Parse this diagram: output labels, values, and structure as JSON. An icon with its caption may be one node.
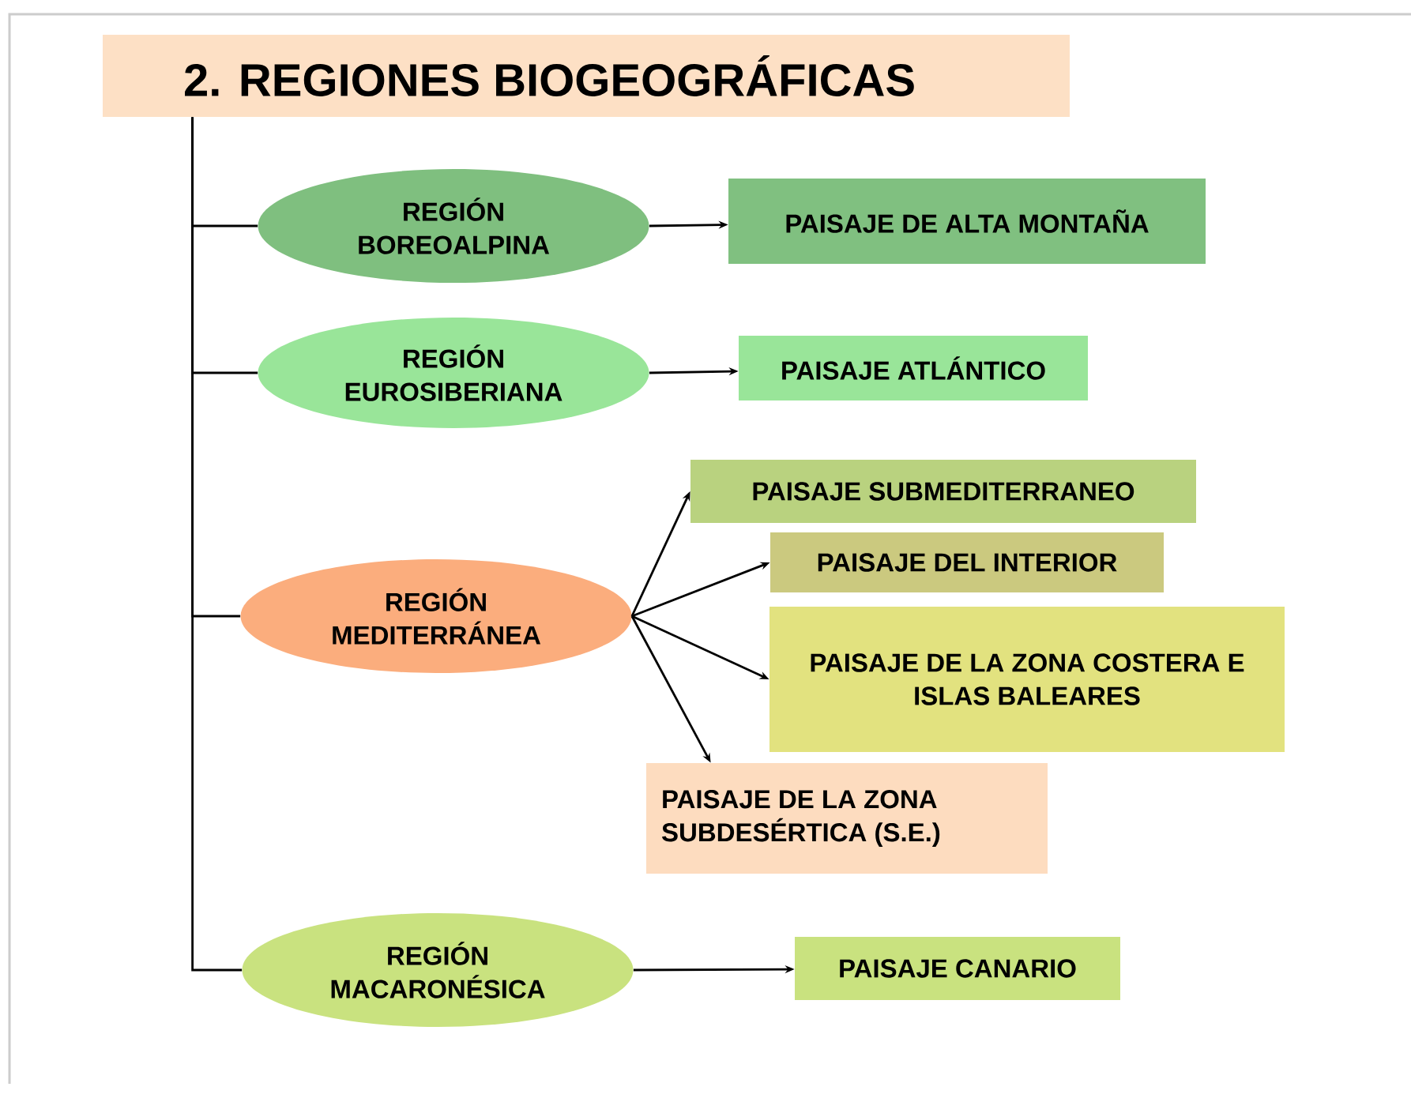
{
  "diagram": {
    "nodes": [
      {
        "text": [
          "2. REGIONES BIOGEOGRÁFICAS"
        ]
      },
      {
        "text": [
          "REGIÓN BOREOALPINA"
        ]
      },
      {
        "text": [
          "PAISAJE DE ALTA MONTAÑA"
        ]
      },
      {
        "text": [
          "REGIÓN EUROSIBERIANA"
        ]
      },
      {
        "text": [
          "PAISAJE ATLÁNTICO"
        ]
      },
      {
        "text": [
          "REGIÓN MEDITERRÁNEA"
        ]
      },
      {
        "text": [
          "PAISAJE SUBMEDITERRANEO"
        ]
      },
      {
        "text": [
          "PAISAJE DEL INTERIOR"
        ]
      },
      {
        "text": [
          "PAISAJE DE LA ZONA COSTERA E ISLAS BALEARES"
        ]
      },
      {
        "text": [
          "PAISAJE DE LA ZONA SUBDESÉRTICA (S.E.)"
        ]
      },
      {
        "text": [
          "REGIÓN MACARONÉSICA"
        ]
      },
      {
        "text": [
          "PAISAJE CANARIO"
        ]
      }
    ],
    "edges": [
      {
        "from": 0,
        "to": 1,
        "arrow": "none"
      },
      {
        "from": 0,
        "to": 3,
        "arrow": "none"
      },
      {
        "from": 0,
        "to": 5,
        "arrow": "none"
      },
      {
        "from": 0,
        "to": 10,
        "arrow": "none"
      },
      {
        "from": 1,
        "to": 2,
        "arrow": "to"
      },
      {
        "from": 3,
        "to": 4,
        "arrow": "to"
      },
      {
        "from": 5,
        "to": 6,
        "arrow": "to"
      },
      {
        "from": 5,
        "to": 7,
        "arrow": "to"
      },
      {
        "from": 5,
        "to": 8,
        "arrow": "to"
      },
      {
        "from": 5,
        "to": 9,
        "arrow": "to"
      },
      {
        "from": 10,
        "to": 11,
        "arrow": "to"
      }
    ]
  }
}
